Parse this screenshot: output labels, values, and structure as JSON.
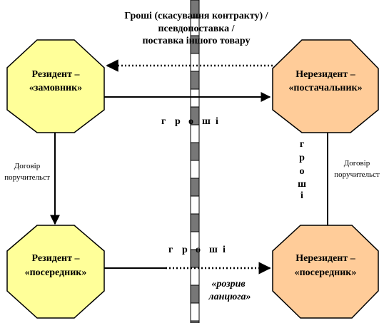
{
  "top_label": {
    "line1": "Гроші (скасування контракту) /",
    "line2": "псевдопоставка /",
    "line3": "поставка іншого товару"
  },
  "nodes": {
    "resident_customer": {
      "line1": "Резидент –",
      "line2": "«замовник»",
      "fill": "#ffff99"
    },
    "nonresident_supplier": {
      "line1": "Нерезидент –",
      "line2": "«постачальник»",
      "fill": "#ffcc99"
    },
    "resident_intermediary": {
      "line1": "Резидент –",
      "line2": "«посередник»",
      "fill": "#ffff99"
    },
    "nonresident_intermediary": {
      "line1": "Нерезидент –",
      "line2": "«посередник»",
      "fill": "#ffcc99"
    }
  },
  "money_top": [
    "г",
    "р",
    "о",
    "ш",
    "і"
  ],
  "money_bottom": [
    "г",
    "р",
    "о",
    "ш",
    "і"
  ],
  "money_vertical": [
    "г",
    "р",
    "о",
    "ш",
    "і"
  ],
  "contract_left": {
    "line1": "Договір",
    "line2": "поручительст"
  },
  "contract_right": {
    "line1": "Договір",
    "line2": "поручительст"
  },
  "chain_break": {
    "line1": "«розрив",
    "line2": "ланцюга»"
  },
  "colors": {
    "bar_dark": "#777777",
    "bar_light": "#ffffff",
    "stroke": "#000000"
  }
}
